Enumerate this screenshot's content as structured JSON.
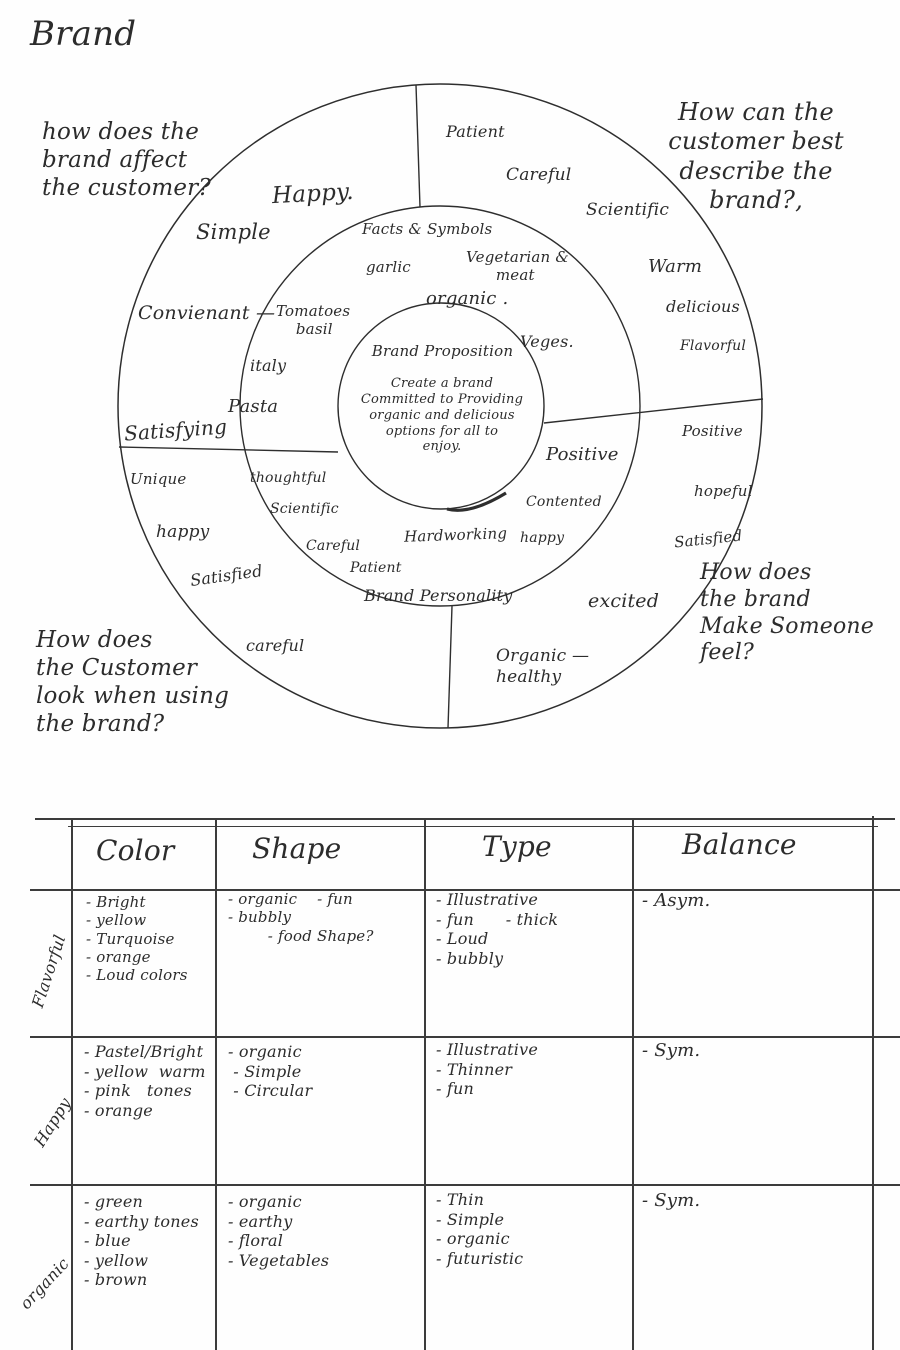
{
  "page": {
    "title": "Brand"
  },
  "annotations": {
    "affect": "how does the\nbrand affect\nthe customer?",
    "describe": "How can the\ncustomer best\ndescribe the\nbrand?,",
    "feel": "How does\nthe brand\nMake Someone\nfeel?",
    "look": "How does\nthe Customer\nlook when using\nthe brand?"
  },
  "wheel": {
    "center": {
      "title": "Brand Proposition",
      "body": "Create a brand\nCommitted to Providing\norganic and delicious\noptions for all to\nenjoy."
    },
    "outer": {
      "affect": [
        "Happy.",
        "Simple",
        "Convienant —",
        "Satisfying"
      ],
      "describe": [
        "Patient",
        "Careful",
        "Scientific",
        "Warm",
        "delicious",
        "Flavorful"
      ],
      "feel": [
        "Positive",
        "hopeful",
        "Satisfied",
        "excited",
        "Organic —\nhealthy"
      ],
      "look": [
        "Unique",
        "happy",
        "Satisfied",
        "careful"
      ]
    },
    "middle": {
      "associations": [
        "Facts & Symbols",
        "garlic",
        "Vegetarian &\n      meat",
        "organic .",
        "Tomatoes\n    basil",
        "Veges.",
        "italy",
        "Pasta"
      ],
      "personality": [
        "thoughtful",
        "Scientific",
        "Careful",
        "Patient",
        "Hardworking",
        "Brand Personality",
        "Positive",
        "Contented",
        "happy"
      ]
    }
  },
  "table": {
    "headers": [
      "Color",
      "Shape",
      "Type",
      "Balance"
    ],
    "rows": [
      {
        "label": "Flavorful",
        "color": "- Bright\n- yellow\n- Turquoise\n- orange\n- Loud colors",
        "shape": "- organic    - fun\n- bubbly\n        - food Shape?",
        "type": "- Illustrative\n- fun      - thick\n- Loud\n- bubbly",
        "balance": "- Asym."
      },
      {
        "label": "Happy",
        "color": "- Pastel/Bright\n- yellow  warm\n- pink   tones\n- orange",
        "shape": "- organic\n - Simple\n - Circular",
        "type": "- Illustrative\n- Thinner\n- fun",
        "balance": "- Sym."
      },
      {
        "label": "organic",
        "color": "- green\n- earthy tones\n- blue\n- yellow\n- brown",
        "shape": "- organic\n- earthy\n- floral\n- Vegetables",
        "type": "- Thin\n- Simple\n- organic\n- futuristic",
        "balance": "- Sym."
      }
    ]
  }
}
